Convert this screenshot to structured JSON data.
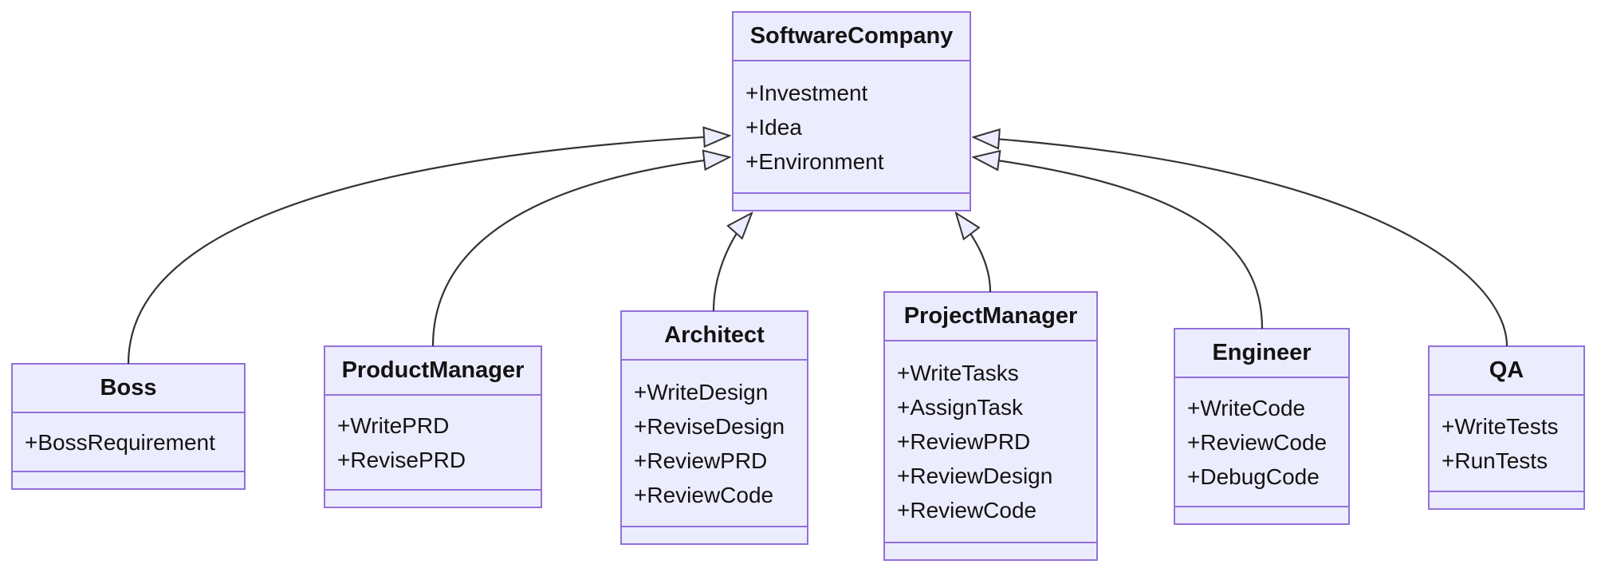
{
  "diagram": {
    "type": "class-diagram",
    "classes": [
      {
        "name": "SoftwareCompany",
        "attributes": [
          "+Investment",
          "+Idea",
          "+Environment"
        ],
        "methods": []
      },
      {
        "name": "Boss",
        "attributes": [
          "+BossRequirement"
        ],
        "methods": []
      },
      {
        "name": "ProductManager",
        "attributes": [
          "+WritePRD",
          "+RevisePRD"
        ],
        "methods": []
      },
      {
        "name": "Architect",
        "attributes": [
          "+WriteDesign",
          "+ReviseDesign",
          "+ReviewPRD",
          "+ReviewCode"
        ],
        "methods": []
      },
      {
        "name": "ProjectManager",
        "attributes": [
          "+WriteTasks",
          "+AssignTask",
          "+ReviewPRD",
          "+ReviewDesign",
          "+ReviewCode"
        ],
        "methods": []
      },
      {
        "name": "Engineer",
        "attributes": [
          "+WriteCode",
          "+ReviewCode",
          "+DebugCode"
        ],
        "methods": []
      },
      {
        "name": "QA",
        "attributes": [
          "+WriteTests",
          "+RunTests"
        ],
        "methods": []
      }
    ],
    "relationships": [
      {
        "from": "Boss",
        "to": "SoftwareCompany",
        "type": "inheritance",
        "arrow": "hollow-triangle"
      },
      {
        "from": "ProductManager",
        "to": "SoftwareCompany",
        "type": "inheritance",
        "arrow": "hollow-triangle"
      },
      {
        "from": "Architect",
        "to": "SoftwareCompany",
        "type": "inheritance",
        "arrow": "hollow-triangle"
      },
      {
        "from": "ProjectManager",
        "to": "SoftwareCompany",
        "type": "inheritance",
        "arrow": "hollow-triangle"
      },
      {
        "from": "Engineer",
        "to": "SoftwareCompany",
        "type": "inheritance",
        "arrow": "hollow-triangle"
      },
      {
        "from": "QA",
        "to": "SoftwareCompany",
        "type": "inheritance",
        "arrow": "hollow-triangle"
      }
    ],
    "colors": {
      "node_fill": "#ECECFF",
      "node_border": "#9370DB",
      "edge_stroke": "#333333",
      "text": "#131313",
      "background": "#FFFFFF"
    }
  }
}
